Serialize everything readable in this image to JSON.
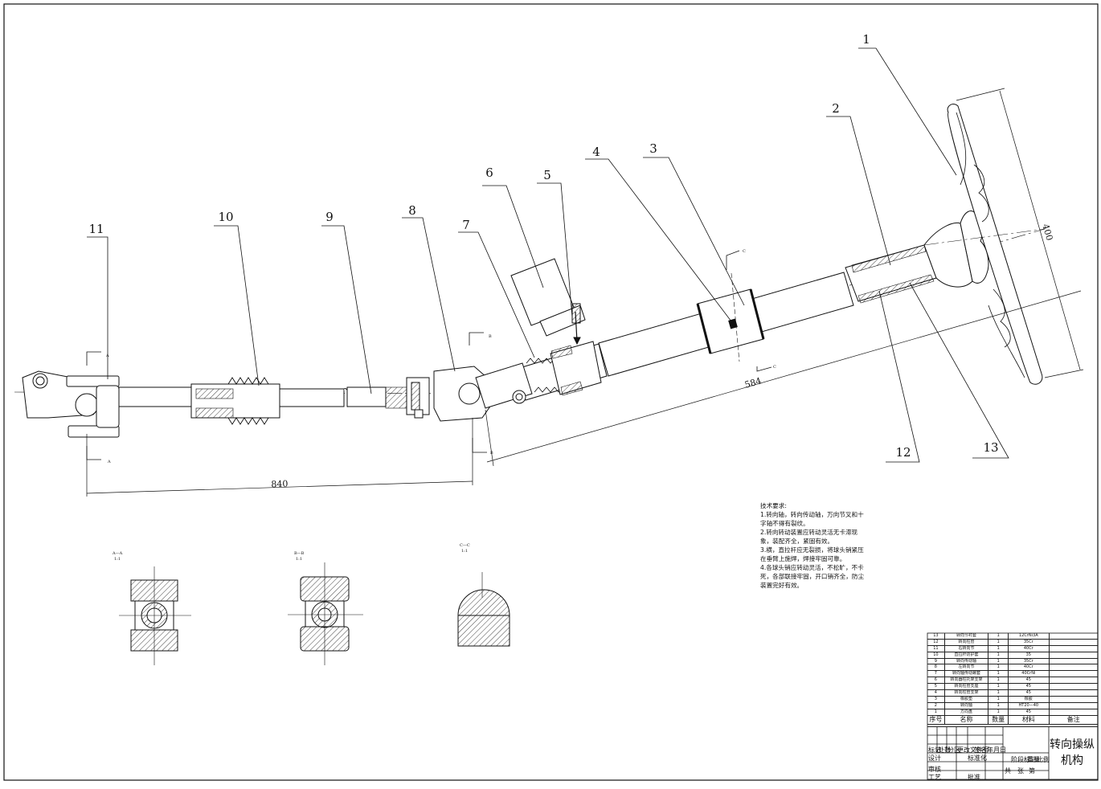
{
  "drawing": {
    "callouts": [
      "1",
      "2",
      "3",
      "4",
      "5",
      "6",
      "7",
      "8",
      "9",
      "10",
      "11",
      "12",
      "13"
    ],
    "dimensions": {
      "overall": "840",
      "column": "584",
      "wheel": "400"
    },
    "section_views": [
      {
        "label": "A—A",
        "scale": "1:1"
      },
      {
        "label": "B—B",
        "scale": "1:1"
      },
      {
        "label": "C—C",
        "scale": "1:1"
      }
    ],
    "section_markers": {
      "a": "A",
      "b": "B",
      "c": "C"
    }
  },
  "tech_requirements": {
    "heading": "技术要求:",
    "items": [
      "1.转向轴，转向传动轴，万向节叉和十字轴不得有裂纹。",
      "2.转向转动装置应转动灵活无卡滞现象，装配齐全，紧固有效。",
      "3.横，直拉杆应无裂损，将球头销紧压在垂臂上施焊，焊接牢固可靠。",
      "4.各球头销应转动灵活，不松旷，不卡死，各部联接牢固，开口销齐全，防尘装置完好有效。"
    ]
  },
  "bom": {
    "headers": {
      "no": "序号",
      "name": "名称",
      "qty": "数量",
      "material": "材料",
      "note": "备注"
    },
    "rows": [
      {
        "no": "13",
        "name": "转向节衬套",
        "qty": "1",
        "material": "12CrNi3A"
      },
      {
        "no": "12",
        "name": "转向柱管",
        "qty": "1",
        "material": "35Cr"
      },
      {
        "no": "11",
        "name": "右转向节",
        "qty": "1",
        "material": "40Cr"
      },
      {
        "no": "10",
        "name": "直拉杆防护套",
        "qty": "1",
        "material": "35"
      },
      {
        "no": "9",
        "name": "转向传动轴",
        "qty": "1",
        "material": "35Cr"
      },
      {
        "no": "8",
        "name": "左转向节",
        "qty": "1",
        "material": "40Cr"
      },
      {
        "no": "7",
        "name": "转向轴传动螺套",
        "qty": "1",
        "material": "40CrNi"
      },
      {
        "no": "6",
        "name": "转向器柱托架支架",
        "qty": "1",
        "material": "45"
      },
      {
        "no": "5",
        "name": "转向柱管支座",
        "qty": "1",
        "material": "45"
      },
      {
        "no": "4",
        "name": "转向柱管支架",
        "qty": "1",
        "material": "45"
      },
      {
        "no": "3",
        "name": "橡胶垫",
        "qty": "1",
        "material": "橡胶"
      },
      {
        "no": "2",
        "name": "转向轴",
        "qty": "1",
        "material": "HT20—40"
      },
      {
        "no": "1",
        "name": "方向盘",
        "qty": "1",
        "material": "45"
      }
    ]
  },
  "title_block": {
    "title_line1": "转向操纵",
    "title_line2": "机构",
    "labels": {
      "marks": "标记",
      "count": "处数",
      "zone": "分区",
      "change_doc": "更改文件号",
      "signature": "签名",
      "date": "年月日",
      "design": "设计",
      "standardize": "标准化",
      "stage_mark": "阶段标记",
      "weight": "重量",
      "scale": "比例",
      "review": "审核",
      "process": "工艺",
      "approve": "批准",
      "total": "共",
      "sheets": "张",
      "page": "第"
    }
  }
}
